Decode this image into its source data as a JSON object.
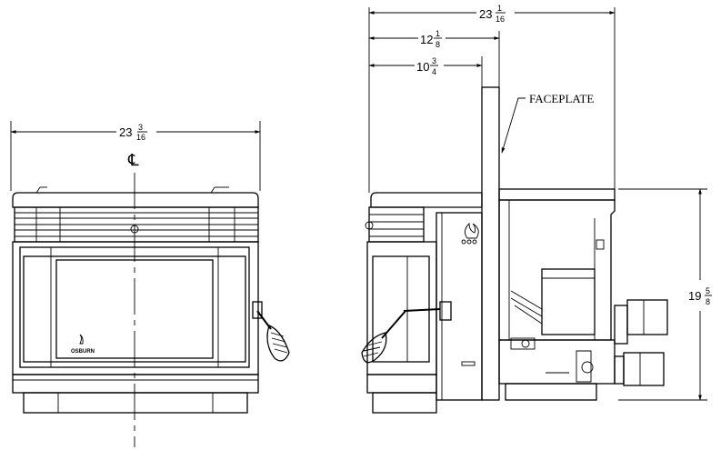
{
  "front_view": {
    "width_whole": "23",
    "width_num": "3",
    "width_den": "16",
    "centerline_symbol": "℄",
    "logo_text": "OSBURN"
  },
  "side_view": {
    "overall_whole": "23",
    "overall_num": "1",
    "overall_den": "16",
    "mid_whole": "12",
    "mid_num": "1",
    "mid_den": "8",
    "inner_whole": "10",
    "inner_num": "3",
    "inner_den": "4",
    "height_whole": "19",
    "height_num": "5",
    "height_den": "8",
    "faceplate_label": "FACEPLATE"
  },
  "colors": {
    "line": "#000000",
    "background": "#ffffff"
  }
}
